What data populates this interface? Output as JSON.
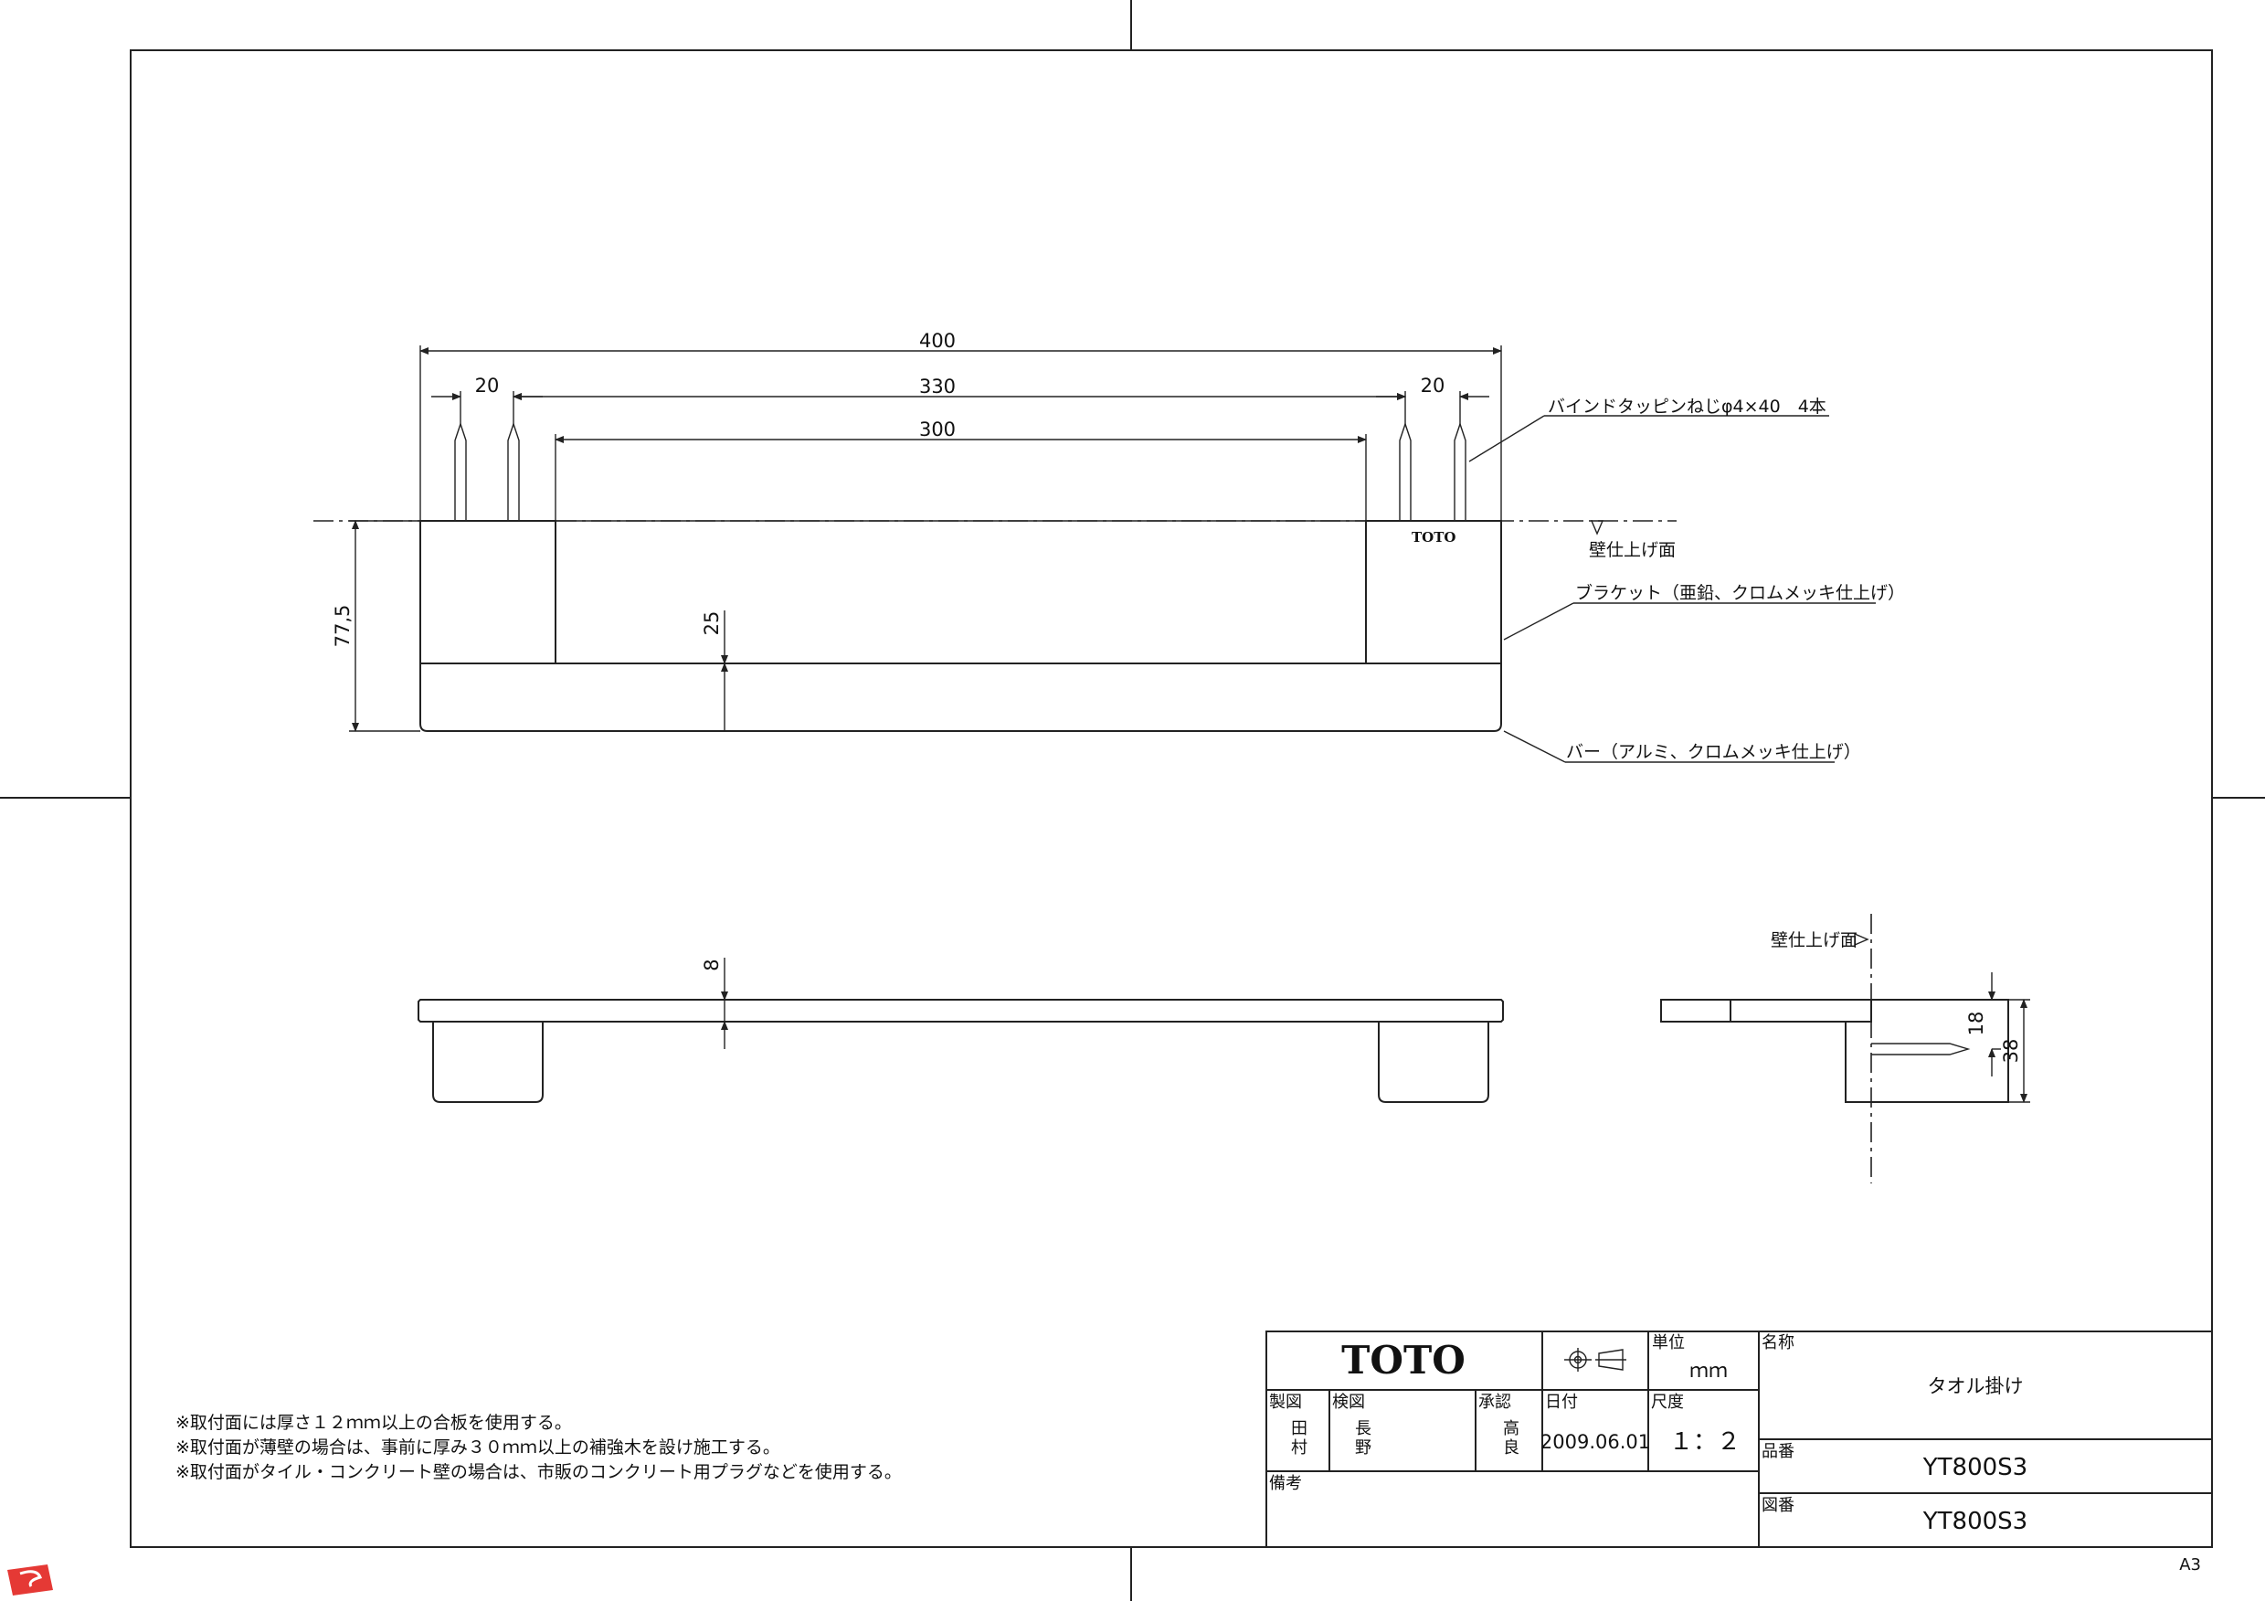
{
  "dimensions": {
    "overall_width": "400",
    "screw_spacing": "330",
    "inner_width": "300",
    "bracket_left": "20",
    "bracket_right": "20",
    "height": "77,5",
    "bar_height": "25",
    "thickness": "8",
    "side_18": "18",
    "side_38": "38"
  },
  "callouts": {
    "screw": "バインドタッピンねじφ4×40　4本",
    "wall_finish": "壁仕上げ面",
    "bracket": "ブラケット（亜鉛、クロムメッキ仕上げ）",
    "bar": "バー（アルミ、クロムメッキ仕上げ）",
    "side_wall_finish": "壁仕上げ面",
    "logo_mark": "TOTO"
  },
  "notes": [
    "※取付面には厚さ１２ｍｍ以上の合板を使用する。",
    "※取付面が薄壁の場合は、事前に厚み３０ｍｍ以上の補強木を設け施工する。",
    "※取付面がタイル・コンクリート壁の場合は、市販のコンクリート用プラグなどを使用する。"
  ],
  "title_block": {
    "company": "TOTO",
    "unit_label": "単位",
    "unit": "ｍｍ",
    "name_label": "名称",
    "name": "タオル掛け",
    "drawn_label": "製図",
    "drawn_by_1": "田",
    "drawn_by_2": "村",
    "checked_label": "検図",
    "checked_by_1": "長",
    "checked_by_2": "野",
    "approved_label": "承認",
    "approved_by_1": "高",
    "approved_by_2": "良",
    "date_label": "日付",
    "date": "2009.06.01",
    "scale_label": "尺度",
    "scale": "１：２",
    "remarks_label": "備考",
    "part_no_label": "品番",
    "part_no": "YT800S3",
    "drawing_no_label": "図番",
    "drawing_no": "YT800S3"
  },
  "sheet_size": "A3"
}
